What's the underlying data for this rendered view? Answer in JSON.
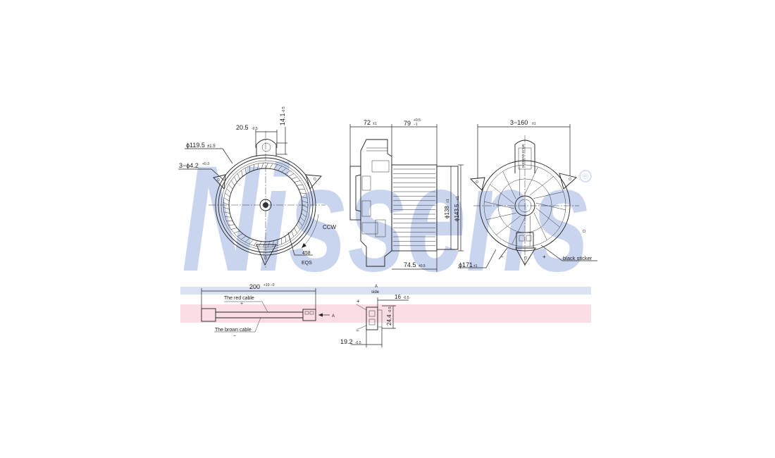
{
  "brand": {
    "logo_text": "Nissens",
    "registered_mark": "®",
    "band_blue": "#d9e1f2",
    "band_pink": "#fbdde4",
    "logo_blue": "#c9d4ee"
  },
  "front_view": {
    "dim_tab_width": "20.5",
    "dim_tab_width_tol": "-0.5",
    "dim_tab_height": "14.1",
    "dim_tab_height_tol": "-0.5",
    "dim_diameter": "ϕ119.5",
    "dim_diameter_tol": "±1.5",
    "dim_holes": "3−ϕ4.2",
    "dim_holes_tol": "+0.3",
    "rotation": "CCW",
    "mark_b": "458",
    "mark_a": "EQS"
  },
  "side_view": {
    "dim_left": "72",
    "dim_left_tol": "±1",
    "dim_right": "79",
    "dim_right_tol_upper": "+0.5",
    "dim_right_tol_lower": "−1",
    "dim_inner_diameter": "ϕ138",
    "dim_inner_diameter_tol": "±1",
    "dim_outer_diameter": "ϕ143.5",
    "dim_outer_diameter_tol": "±1",
    "dim_bottom": "74.5",
    "dim_bottom_tol": "±0.5"
  },
  "rear_view": {
    "dim_holes_spacing": "3−160",
    "dim_holes_spacing_tol": "±1",
    "dim_diameter": "ϕ171",
    "dim_diameter_tol": "±1",
    "label_black_sticker": "black sticker",
    "sticker_text": "NISSENS 87140",
    "minus": "−",
    "plus": "+"
  },
  "cable_view": {
    "dim_length": "200",
    "dim_length_tol": "+10 −0",
    "label_red": "The red cable",
    "label_brown": "The brown cable",
    "plus": "+",
    "minus": "−",
    "arrow_label": "A"
  },
  "connector_view": {
    "label_a": "A",
    "label_side": "side",
    "dim_width": "16",
    "dim_width_tol": "-0.5",
    "dim_height": "24.4",
    "dim_height_tol": "-0.5",
    "dim_bottom": "19.2",
    "dim_bottom_tol": "-0.5",
    "plus": "+",
    "minus": "−"
  }
}
